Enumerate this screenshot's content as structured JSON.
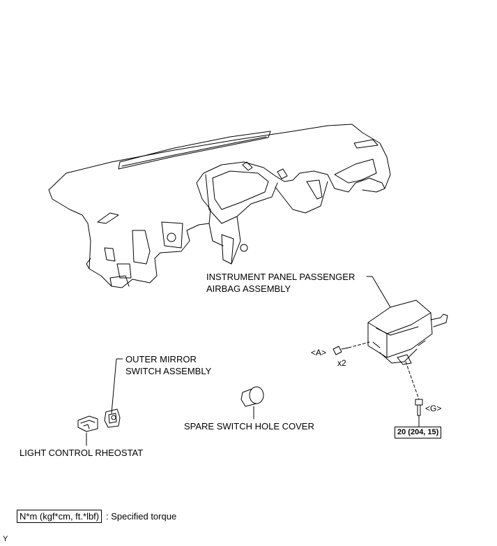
{
  "labels": {
    "airbag": [
      "INSTRUMENT PANEL PASSENGER",
      "AIRBAG ASSEMBLY"
    ],
    "mirror_switch": [
      "OUTER MIRROR",
      "SWITCH ASSEMBLY"
    ],
    "rheostat": "LIGHT CONTROL RHEOSTAT",
    "spare_cover": "SPARE SWITCH HOLE COVER",
    "callout_a": "<A>",
    "qty_a": "x2",
    "callout_g": "<G>",
    "torque_g": "20 (204, 15)"
  },
  "legend": {
    "box_text": "N*m (kgf*cm, ft.*lbf)",
    "description": ": Specified torque"
  },
  "corner_mark": "Y"
}
